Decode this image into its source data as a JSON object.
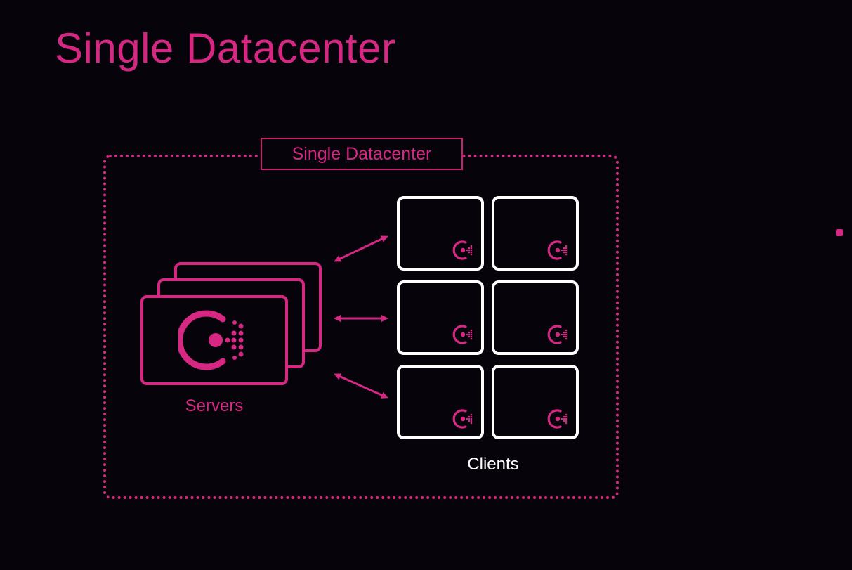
{
  "slide": {
    "title": "Single Datacenter"
  },
  "diagram": {
    "frame_label": "Single Datacenter",
    "servers_label": "Servers",
    "clients_label": "Clients",
    "server_count": 3,
    "client_count": 6,
    "icon": "consul-logo-icon"
  },
  "colors": {
    "background": "#06030b",
    "accent": "#d62783",
    "client_border": "#ffffff"
  }
}
